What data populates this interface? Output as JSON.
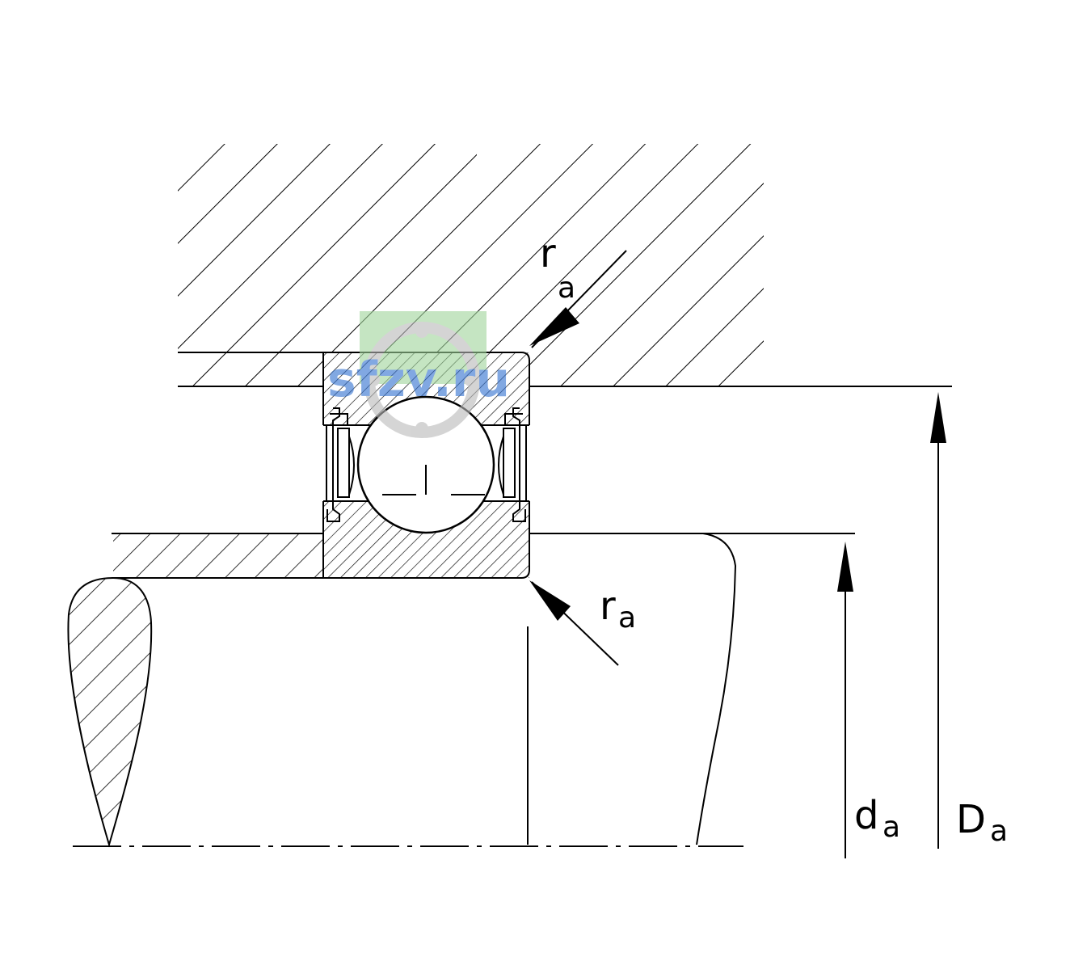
{
  "labels": {
    "ra_top": {
      "symbol": "r",
      "subscript": "a"
    },
    "ra_bottom": {
      "symbol": "r",
      "subscript": "a"
    },
    "da": {
      "symbol": "d",
      "subscript": "a"
    },
    "Da": {
      "symbol": "D",
      "subscript": "a"
    }
  },
  "watermark": {
    "text": "sfzv.ru",
    "color": "#2f6fd0",
    "badge_color": "#9fd49a"
  },
  "colors": {
    "line": "#000000",
    "background": "#ffffff"
  }
}
